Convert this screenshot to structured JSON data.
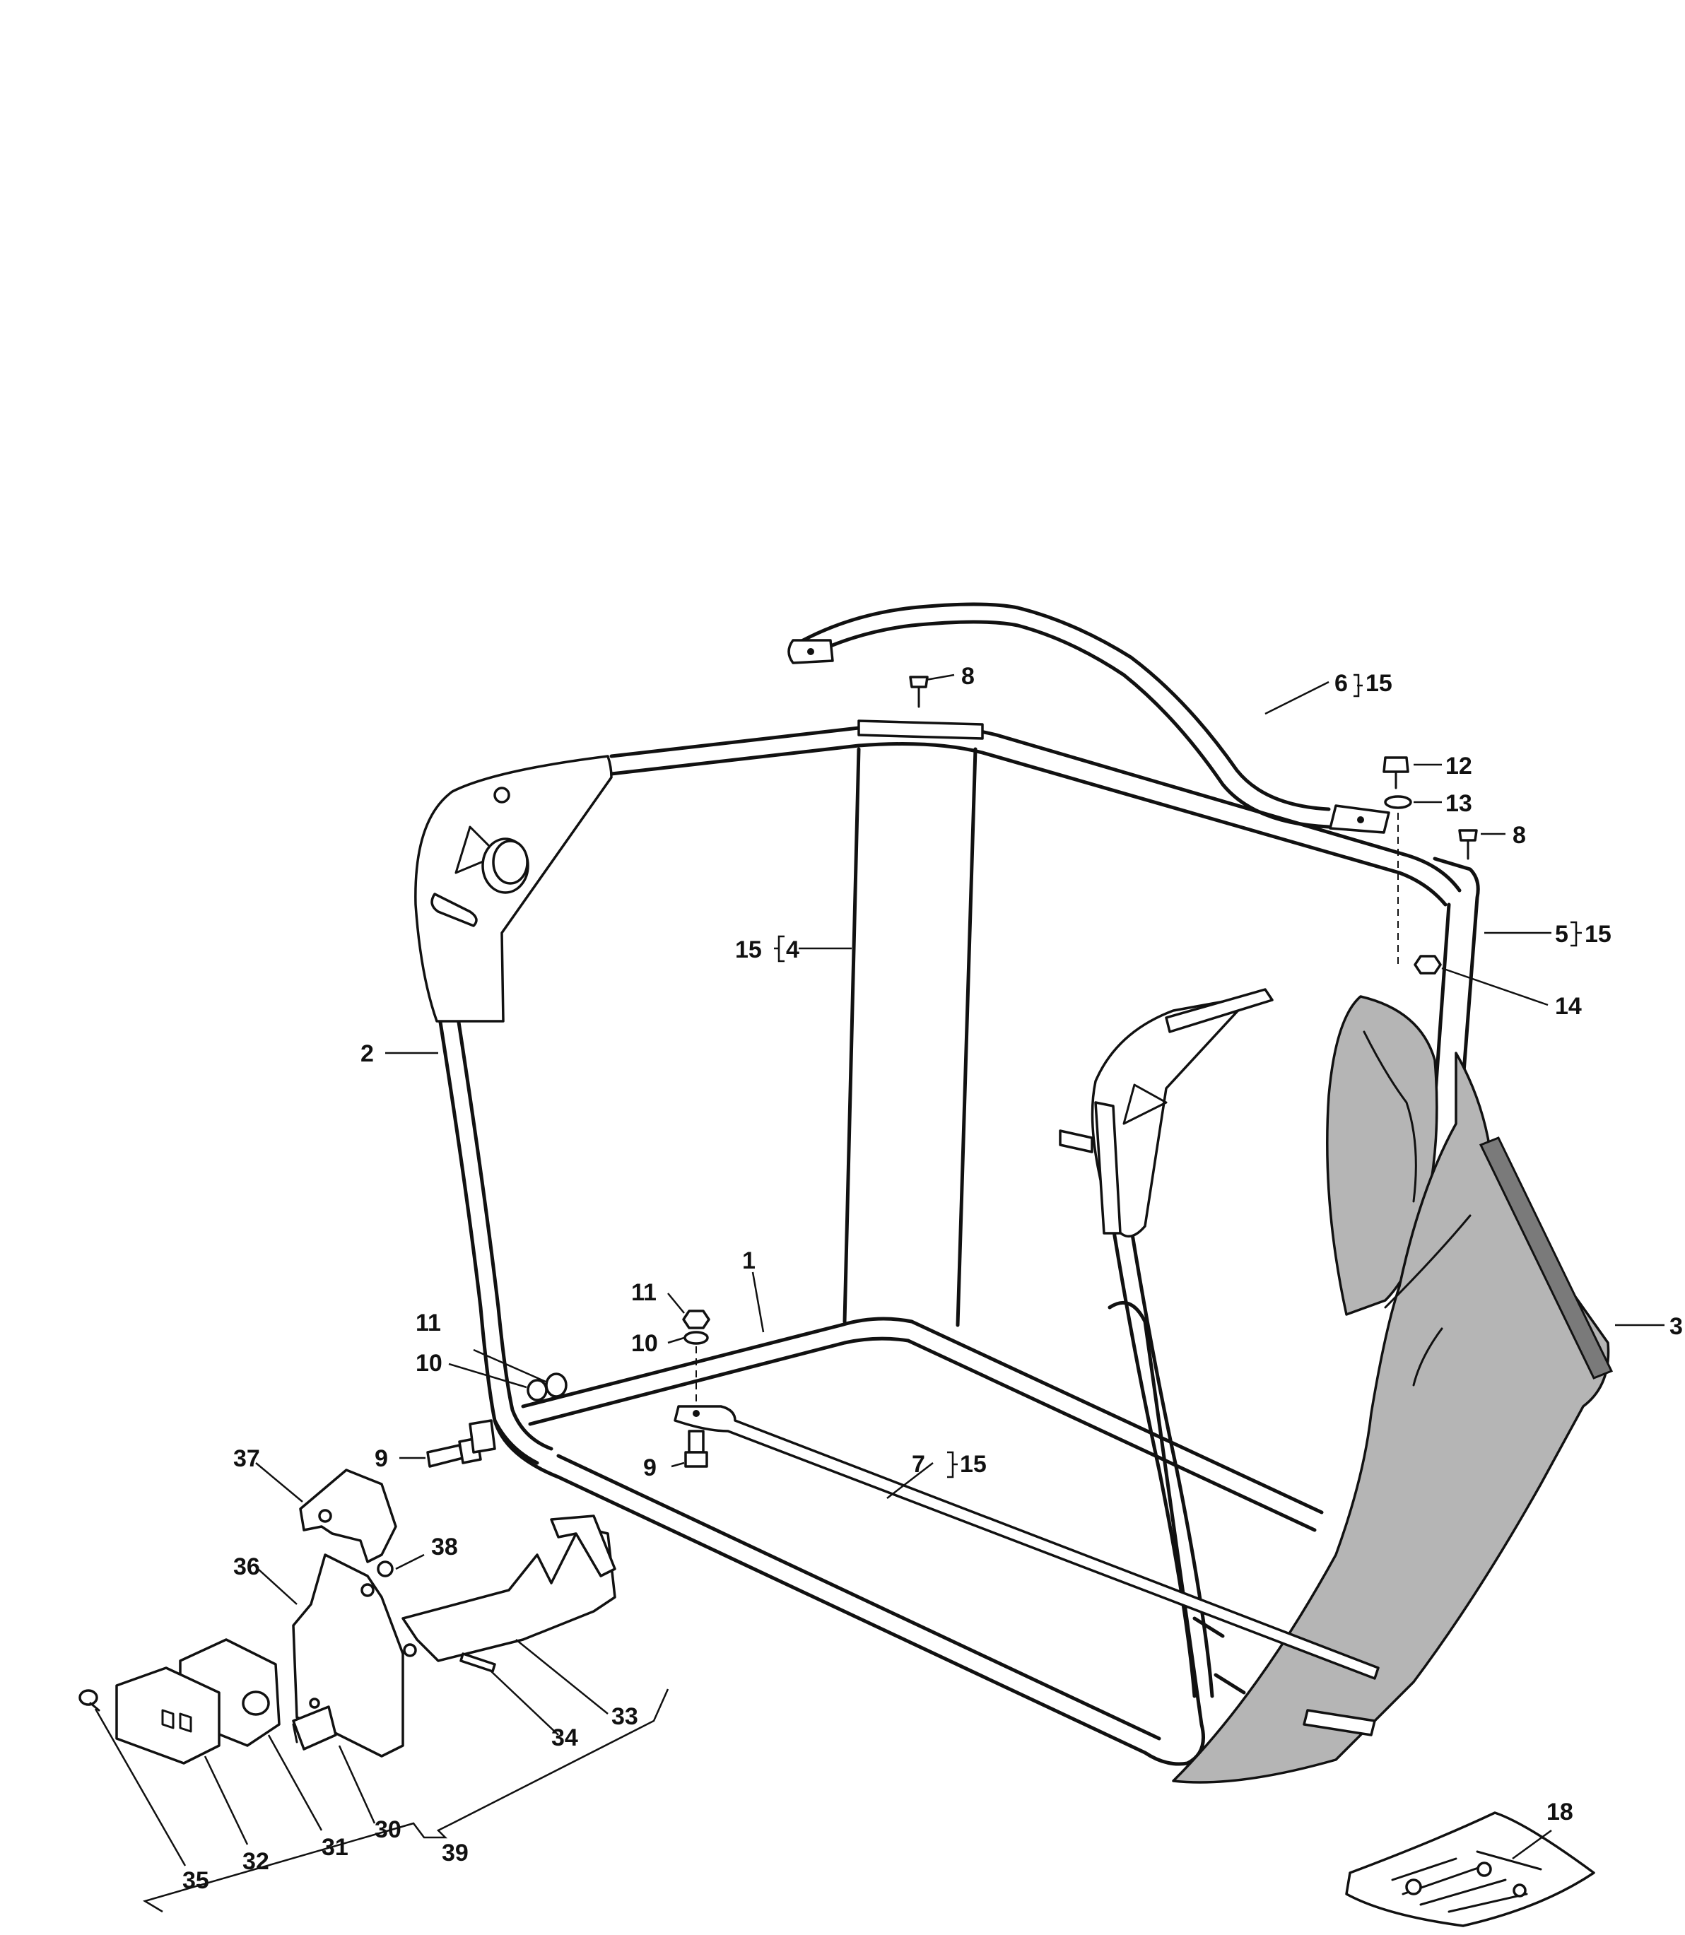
{
  "diagram": {
    "labels": [
      {
        "id": "l1",
        "text": "1"
      },
      {
        "id": "l2",
        "text": "2"
      },
      {
        "id": "l3",
        "text": "3"
      },
      {
        "id": "l4",
        "text": "4"
      },
      {
        "id": "l4b",
        "text": "15"
      },
      {
        "id": "l5",
        "text": "5"
      },
      {
        "id": "l5b",
        "text": "15"
      },
      {
        "id": "l6",
        "text": "6"
      },
      {
        "id": "l6b",
        "text": "15"
      },
      {
        "id": "l7",
        "text": "7"
      },
      {
        "id": "l7b",
        "text": "15"
      },
      {
        "id": "l8a",
        "text": "8"
      },
      {
        "id": "l8b",
        "text": "8"
      },
      {
        "id": "l9a",
        "text": "9"
      },
      {
        "id": "l9b",
        "text": "9"
      },
      {
        "id": "l10a",
        "text": "10"
      },
      {
        "id": "l10b",
        "text": "10"
      },
      {
        "id": "l11a",
        "text": "11"
      },
      {
        "id": "l11b",
        "text": "11"
      },
      {
        "id": "l12",
        "text": "12"
      },
      {
        "id": "l13",
        "text": "13"
      },
      {
        "id": "l14",
        "text": "14"
      },
      {
        "id": "l18",
        "text": "18"
      },
      {
        "id": "l30",
        "text": "30"
      },
      {
        "id": "l31",
        "text": "31"
      },
      {
        "id": "l32",
        "text": "32"
      },
      {
        "id": "l33",
        "text": "33"
      },
      {
        "id": "l34",
        "text": "34"
      },
      {
        "id": "l35",
        "text": "35"
      },
      {
        "id": "l36",
        "text": "36"
      },
      {
        "id": "l37",
        "text": "37"
      },
      {
        "id": "l38",
        "text": "38"
      },
      {
        "id": "l39",
        "text": "39"
      }
    ]
  }
}
